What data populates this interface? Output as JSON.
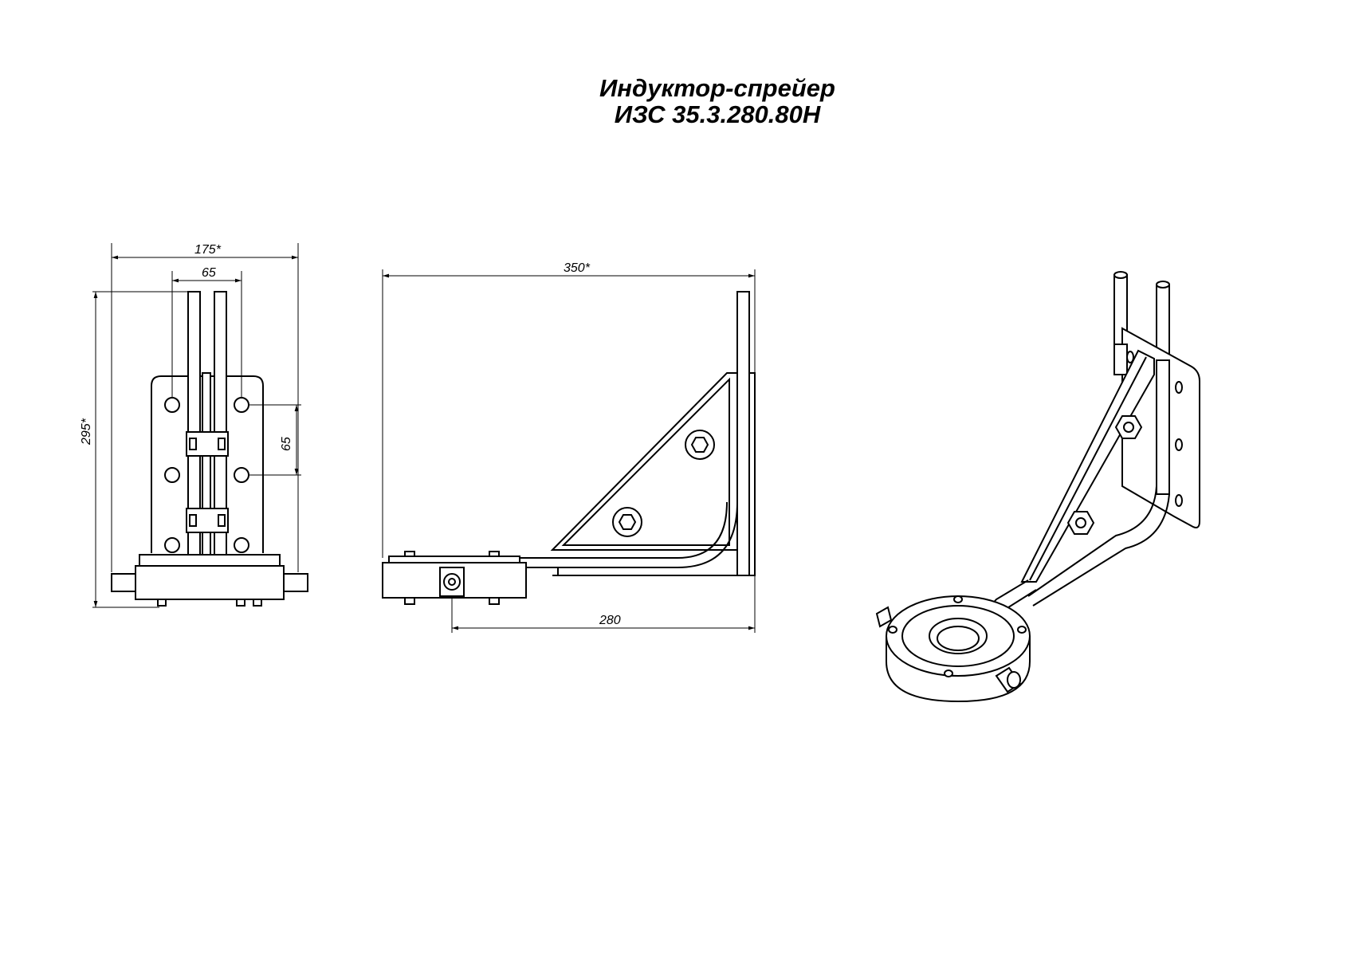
{
  "drawing": {
    "title_line1": "Индуктор-спрейер",
    "title_line2": "ИЗС 35.3.280.80Н",
    "dimensions": {
      "front_width": "175*",
      "front_pipe_spacing": "65",
      "front_height": "295*",
      "front_hole_pitch": "65",
      "side_width": "350*",
      "side_reach": "280"
    }
  }
}
